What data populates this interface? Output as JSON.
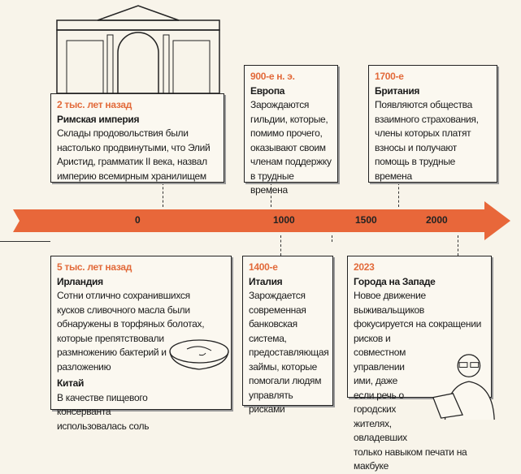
{
  "accent": "#e8673a",
  "axis": {
    "ticks": [
      "0",
      "1000",
      "1500",
      "2000"
    ]
  },
  "events_top": [
    {
      "date": "2 тыс. лет назад",
      "place": "Римская империя",
      "text": "Склады продовольствия были настолько продвинутыми, что Элий Аристид, грамматик II века, назвал империю всемирным хранилищем"
    },
    {
      "date": "900-е н. э.",
      "place": "Европа",
      "text": "Зарождаются гильдии, которые, помимо прочего, оказывают своим членам поддержку в трудные времена"
    },
    {
      "date": "1700-е",
      "place": "Британия",
      "text": "Появляются общества взаимного страхования, члены которых платят взносы и получают помощь в трудные времена"
    }
  ],
  "events_bottom": [
    {
      "date": "5 тыс. лет назад",
      "place": "Ирландия",
      "text": "Сотни отлично сохранившихся кусков сливочного масла были обнаружены в торфяных болотах, которые препятствовали размножению бактерий и разложению",
      "place2": "Китай",
      "text2": "В качестве пищевого консерванта использовалась соль"
    },
    {
      "date": "1400-е",
      "place": "Италия",
      "text": "Зарождается современная банковская система, предоставляющая займы, которые помогали людям управлять рисками"
    },
    {
      "date": "2023",
      "place": "Города на Западе",
      "text": "Новое движение выживальщиков фокусируется на сокращении рисков и совместном управлении ими, даже если речь о городских жителях, овладевших только навыком печати на макбуке"
    }
  ]
}
